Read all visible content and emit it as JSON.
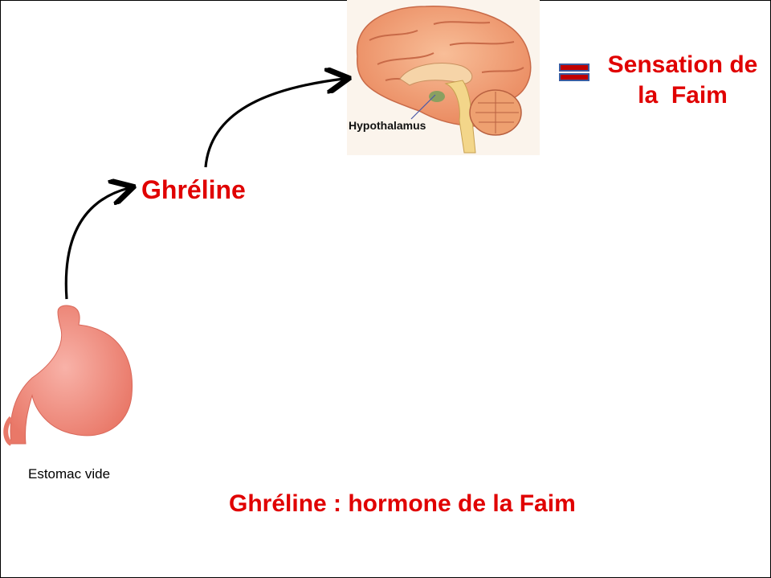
{
  "labels": {
    "hormone": "Ghréline",
    "sensation_line1": "Sensation de",
    "sensation_line2": "la  Faim",
    "stomach": "Estomac vide",
    "hypothalamus": "Hypothalamus",
    "caption": "Ghréline : hormone de la Faim"
  },
  "colors": {
    "accent_text": "#e00000",
    "arrow": "#000000",
    "equals_fill": "#c00000",
    "equals_outline": "#3a5ba0",
    "stomach": "#f08a80",
    "brain": "#f4a27a"
  },
  "icons": {
    "stomach": "stomach-illustration",
    "brain": "brain-illustration",
    "equals": "equals-sign-icon"
  }
}
